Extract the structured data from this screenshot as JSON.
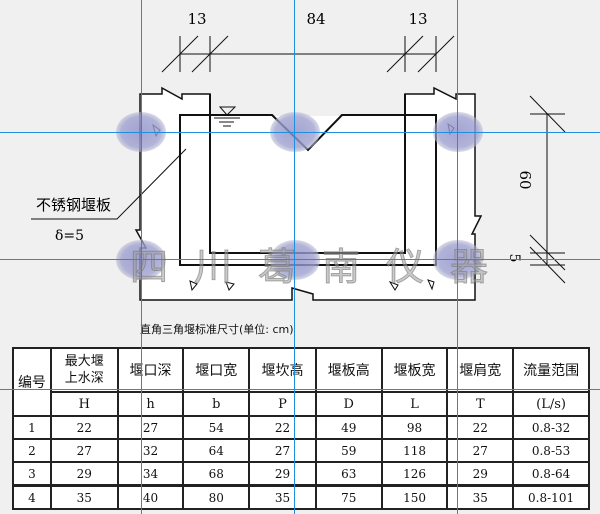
{
  "drawing": {
    "dim_top": [
      "13",
      "84",
      "13"
    ],
    "dim_right": [
      "60",
      "5"
    ],
    "plate_label": "不锈钢堰板",
    "plate_thickness": "δ=5",
    "watermark_text": "四川葛南仪器"
  },
  "table": {
    "caption": "直角三角堰标准尺寸(单位: cm)",
    "headers": [
      "编号",
      "最大堰上水深",
      "堰口深",
      "堰口宽",
      "堰坎高",
      "堰板高",
      "堰板宽",
      "堰肩宽",
      "流量范围"
    ],
    "symbols": [
      "H",
      "h",
      "b",
      "P",
      "D",
      "L",
      "T",
      "(L/s)"
    ],
    "rows": [
      [
        "1",
        "22",
        "27",
        "54",
        "22",
        "49",
        "98",
        "22",
        "0.8-32"
      ],
      [
        "2",
        "27",
        "32",
        "64",
        "27",
        "59",
        "118",
        "27",
        "0.8-53"
      ],
      [
        "3",
        "29",
        "34",
        "68",
        "29",
        "63",
        "126",
        "29",
        "0.8-64"
      ],
      [
        "4",
        "35",
        "40",
        "80",
        "35",
        "75",
        "150",
        "35",
        "0.8-101"
      ]
    ]
  }
}
